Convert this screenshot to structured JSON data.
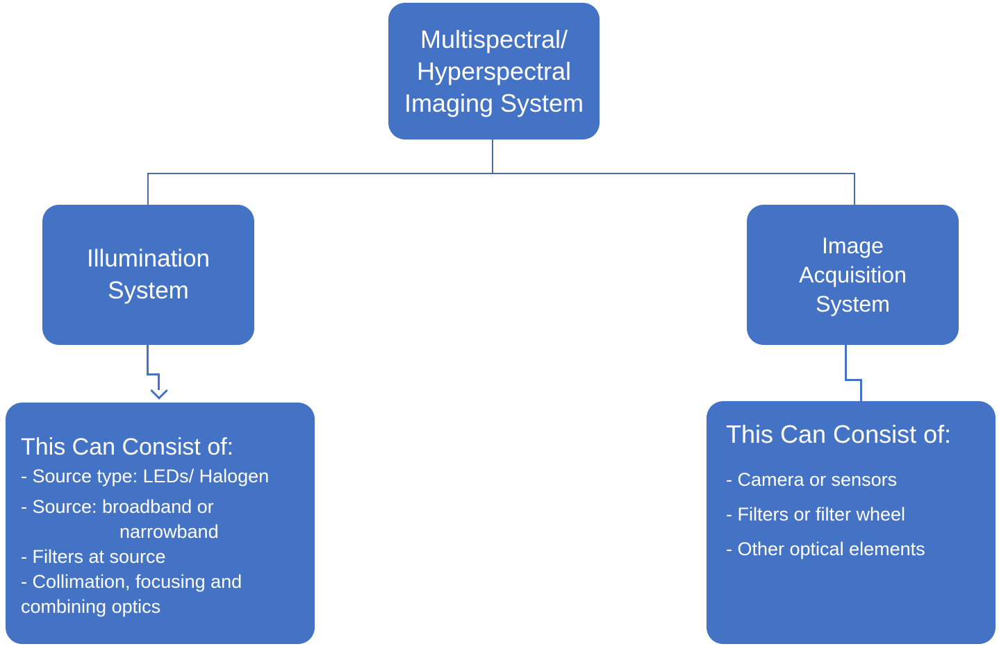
{
  "colors": {
    "node_fill": "#4472C4",
    "node_text": "#FFFFFF",
    "connector": "#4A6CA8",
    "background": "#FFFFFF"
  },
  "nodes": {
    "root": {
      "label": "Multispectral/\nHyperspectral\nImaging System"
    },
    "illumination": {
      "label": "Illumination\nSystem"
    },
    "acquisition": {
      "label": "Image\nAcquisition\nSystem"
    },
    "illumination_details": {
      "heading": "This Can Consist of:",
      "lines": [
        "- Source type: LEDs/ Halogen",
        "- Source: broadband or",
        "narrowband",
        "- Filters at source",
        "- Collimation, focusing and",
        "combining optics"
      ]
    },
    "acquisition_details": {
      "heading": "This Can Consist of:",
      "items": [
        "- Camera or sensors",
        "- Filters or filter wheel",
        "- Other optical elements"
      ]
    }
  }
}
